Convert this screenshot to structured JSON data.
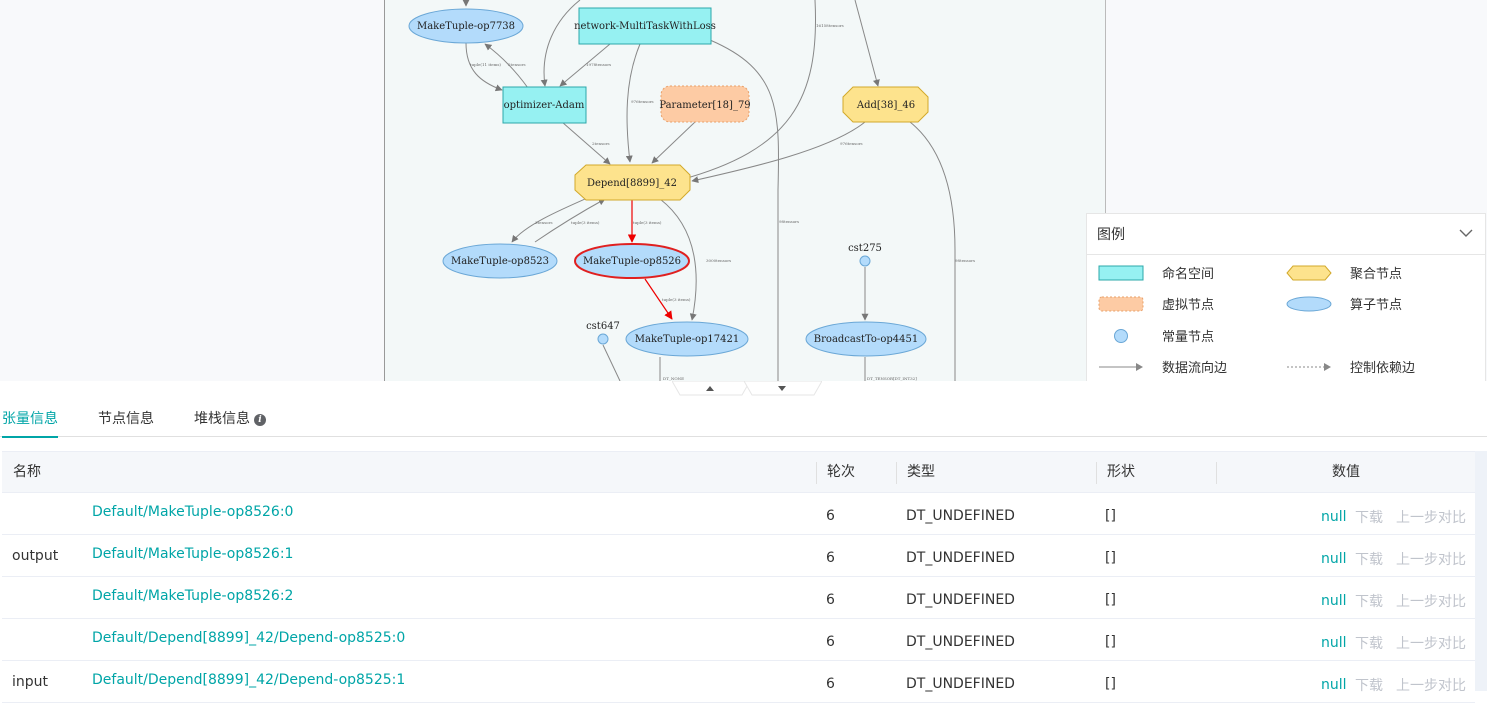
{
  "graph": {
    "nodes": {
      "makeTuple7738": "MakeTuple-op7738",
      "network": "network-MultiTaskWithLoss",
      "optimizer": "optimizer-Adam",
      "parameter": "Parameter[18]_79",
      "add": "Add[38]_46",
      "depend": "Depend[8899]_42",
      "makeTuple8523": "MakeTuple-op8523",
      "makeTuple8526": "MakeTuple-op8526",
      "makeTuple17421": "MakeTuple-op17421",
      "broadcast": "BroadcastTo-op4451",
      "cst275": "cst275",
      "cst647": "cst647"
    },
    "edge_labels": {
      "e1": "tuple(11 items)",
      "e2": "2tensors",
      "e3": "1978tensors",
      "e4": "976tensors",
      "e5": "2tensors",
      "e6": "3tensors",
      "e7": "tuple(3 items)",
      "e8": "tuple(3 items)",
      "e9": "tuple(3 items)",
      "e10": "3000tensors",
      "e11": "976tensors",
      "e12": "16158tensors",
      "e13": "98tensors",
      "e14": "DT_NONE",
      "e15": "DT_TENSOR[DT_INT32]",
      "e16": "98tensors"
    }
  },
  "legend": {
    "title": "图例",
    "items": {
      "namespace": "命名空间",
      "aggregate": "聚合节点",
      "virtual": "虚拟节点",
      "operator": "算子节点",
      "constant": "常量节点",
      "dataflow": "数据流向边",
      "control": "控制依赖边"
    },
    "colors": {
      "namespace": "#96f1f2",
      "aggregate": "#fde38d",
      "virtual": "#fdcba4",
      "operator": "#b3dbfb",
      "selected_border": "#e02020"
    }
  },
  "tabs": [
    {
      "label": "张量信息"
    },
    {
      "label": "节点信息"
    },
    {
      "label": "堆栈信息"
    }
  ],
  "table": {
    "headers": {
      "name": "名称",
      "round": "轮次",
      "type": "类型",
      "shape": "形状",
      "value": "数值"
    },
    "groups": {
      "output": "output",
      "input": "input"
    },
    "rows": [
      {
        "name": "Default/MakeTuple-op8526:0",
        "round": "6",
        "type": "DT_UNDEFINED",
        "shape": "[]",
        "value": "null",
        "download": "下载",
        "compare": "上一步对比"
      },
      {
        "name": "Default/MakeTuple-op8526:1",
        "round": "6",
        "type": "DT_UNDEFINED",
        "shape": "[]",
        "value": "null",
        "download": "下载",
        "compare": "上一步对比"
      },
      {
        "name": "Default/MakeTuple-op8526:2",
        "round": "6",
        "type": "DT_UNDEFINED",
        "shape": "[]",
        "value": "null",
        "download": "下载",
        "compare": "上一步对比"
      },
      {
        "name": "Default/Depend[8899]_42/Depend-op8525:0",
        "round": "6",
        "type": "DT_UNDEFINED",
        "shape": "[]",
        "value": "null",
        "download": "下载",
        "compare": "上一步对比"
      },
      {
        "name": "Default/Depend[8899]_42/Depend-op8525:1",
        "round": "6",
        "type": "DT_UNDEFINED",
        "shape": "[]",
        "value": "null",
        "download": "下载",
        "compare": "上一步对比"
      }
    ]
  }
}
